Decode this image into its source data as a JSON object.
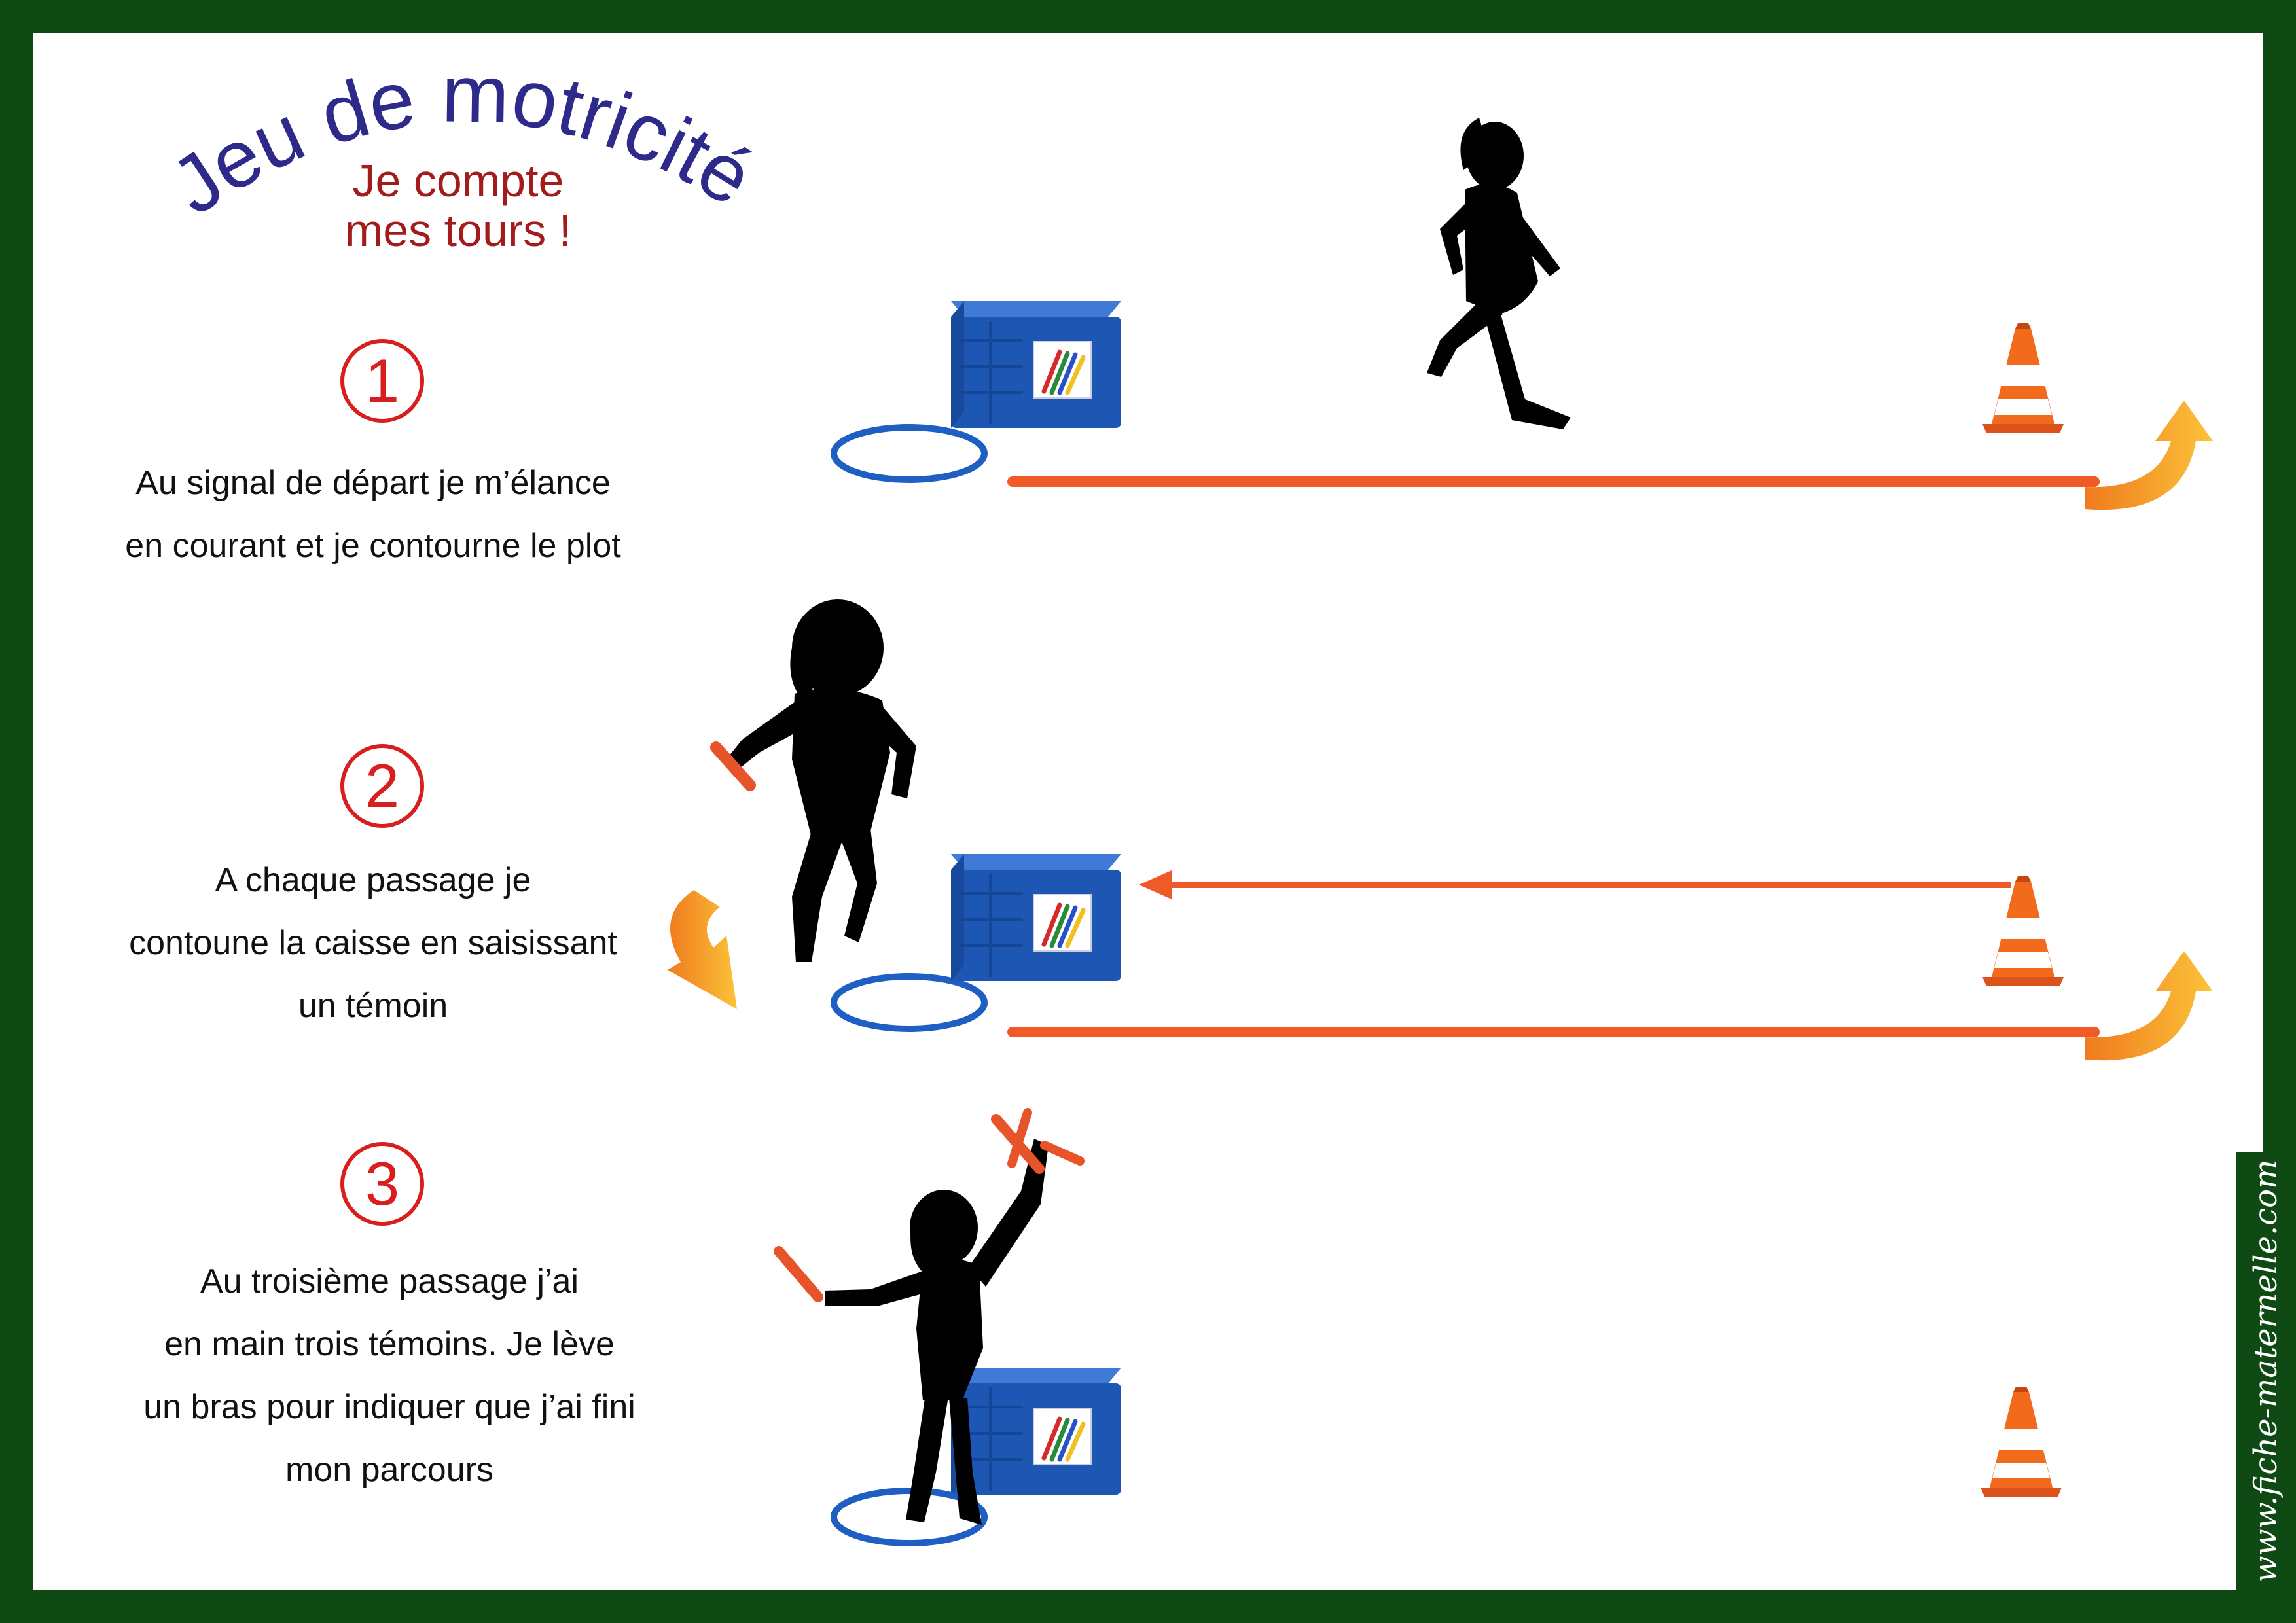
{
  "title": {
    "main": "Jeu de motricité",
    "subtitle_lines": [
      "Je compte",
      "mes tours !"
    ]
  },
  "steps": [
    {
      "number": "1",
      "lines": [
        "Au signal de départ je m’élance",
        "en courant et je contourne le plot"
      ]
    },
    {
      "number": "2",
      "lines": [
        "A chaque passage je",
        "contoune la caisse en saisissant",
        "un témoin"
      ]
    },
    {
      "number": "3",
      "lines": [
        "Au troisième passage j’ai",
        "en main trois témoins. Je lève",
        "un bras pour indiquer que j’ai fini",
        "mon parcours"
      ]
    }
  ],
  "watermark": "www.fiche-maternelle.com",
  "colors": {
    "frame": "#0f4a14",
    "title": "#2e2a8a",
    "subtitle": "#a21c1c",
    "step_number": "#d81e1e",
    "path_line": "#f05a28",
    "hoop": "#1f5fc4",
    "crate": "#1d56b3",
    "cone": "#f26b1d",
    "turn_arrow": "#f5a623",
    "silhouette": "#000000"
  }
}
